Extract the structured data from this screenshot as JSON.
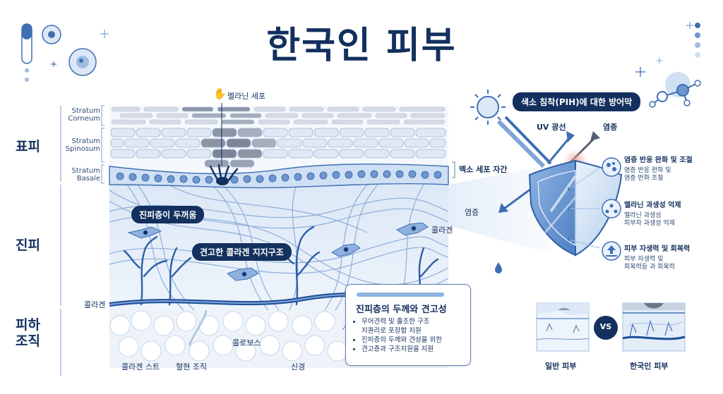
{
  "title": "한국인 피부",
  "layers": {
    "epidermis": "표피",
    "dermis": "진피",
    "hypodermis_line1": "피하",
    "hypodermis_line2": "조직"
  },
  "sublayers": {
    "corneum_1": "Stratum",
    "corneum_2": "Corneum",
    "spinosum_1": "Stratum",
    "spinosum_2": "Spinosum",
    "basale_1": "Stratum",
    "basale_2": "Basale"
  },
  "labels": {
    "melanin_cell": "멜라닌 세포",
    "pigment_gap": "멕소 세포 자간",
    "dermis_thick": "진피층이 두꺼움",
    "collagen_support": "견고한 콜라겐 지지구조",
    "collagen_right": "콜라겐",
    "collagen_left": "콜라겐",
    "collagen_st": "콜라겐 스트",
    "blood_vessel": "혈현 조직",
    "nerve": "신경",
    "clobos": "콜로보스",
    "inflammation_left": "염증"
  },
  "info_box": {
    "title": "진피층의 두께와 견고성",
    "items": [
      "무어견력 및 졸조한 구조",
      "지퀀리로 포장합 지원",
      "진피층의 두께와 견성을 위한",
      "견고층과 구조지원을 지원"
    ]
  },
  "defense": {
    "banner": "색소 침착(PIH)에 대한 방어막",
    "uv": "UV 광선",
    "inflammation": "염증"
  },
  "features": [
    {
      "title": "염증 반응 완화 및 조절",
      "desc1": "염증 반응 완화 및",
      "desc2": "염증 반화 조절"
    },
    {
      "title": "멜라닌 과생성 억제",
      "desc1": "멜라닌 과생성",
      "desc2": "피부자 과생성 억제"
    },
    {
      "title": "피부 자생력 및 회복력",
      "desc1": "피부 자생력 및",
      "desc2": "회복력등 과 회복력"
    }
  ],
  "compare": {
    "normal": "일반 피부",
    "vs": "VS",
    "korean": "한국인 피부"
  },
  "colors": {
    "navy": "#13305e",
    "blue": "#3f6fb3",
    "light_blue": "#cfe0f4",
    "pale_blue": "#e9f1fa"
  }
}
